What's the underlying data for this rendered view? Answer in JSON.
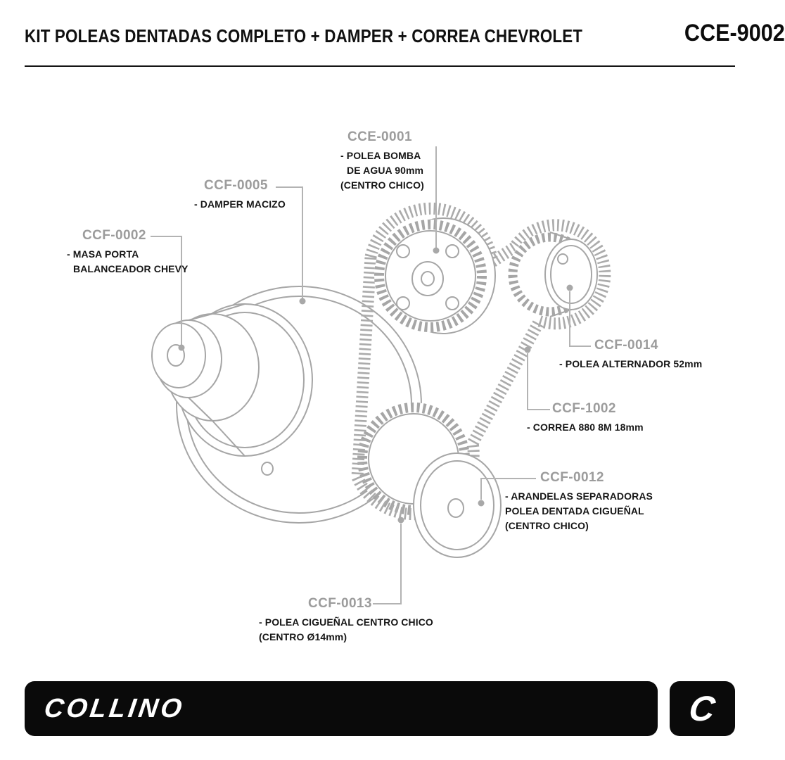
{
  "header": {
    "title": "KIT POLEAS DENTADAS COMPLETO + DAMPER + CORREA CHEVROLET",
    "code": "CCE-9002"
  },
  "diagram": {
    "parts": [
      "damper",
      "crankshaft-hub",
      "water-pump-pulley",
      "alternator-pulley",
      "timing-belt",
      "crank-toothed-pulley",
      "front-pulley"
    ],
    "callouts": [
      {
        "code": "CCE-0001",
        "lines": [
          "- POLEA BOMBA",
          "DE AGUA 90mm",
          "(CENTRO CHICO)"
        ]
      },
      {
        "code": "CCF-0005",
        "lines": [
          "- DAMPER MACIZO"
        ]
      },
      {
        "code": "CCF-0002",
        "lines": [
          "- MASA PORTA",
          "BALANCEADOR CHEVY"
        ]
      },
      {
        "code": "CCF-0014",
        "lines": [
          "- POLEA ALTERNADOR 52mm"
        ]
      },
      {
        "code": "CCF-1002",
        "lines": [
          "- CORREA 880 8M 18mm"
        ]
      },
      {
        "code": "CCF-0012",
        "lines": [
          "- ARANDELAS SEPARADORAS",
          "POLEA DENTADA CIGUEÑAL",
          "(CENTRO CHICO)"
        ]
      },
      {
        "code": "CCF-0013",
        "lines": [
          "- POLEA CIGUEÑAL CENTRO CHICO",
          "(CENTRO Ø14mm)"
        ]
      }
    ]
  },
  "footer": {
    "brand": "COLLINO",
    "logo_letter": "C"
  },
  "colors": {
    "accent_gray": "#9c9c9c",
    "drawing_gray": "#a6a6a6",
    "text_black": "#161616",
    "footer_bg": "#0a0a0a"
  }
}
